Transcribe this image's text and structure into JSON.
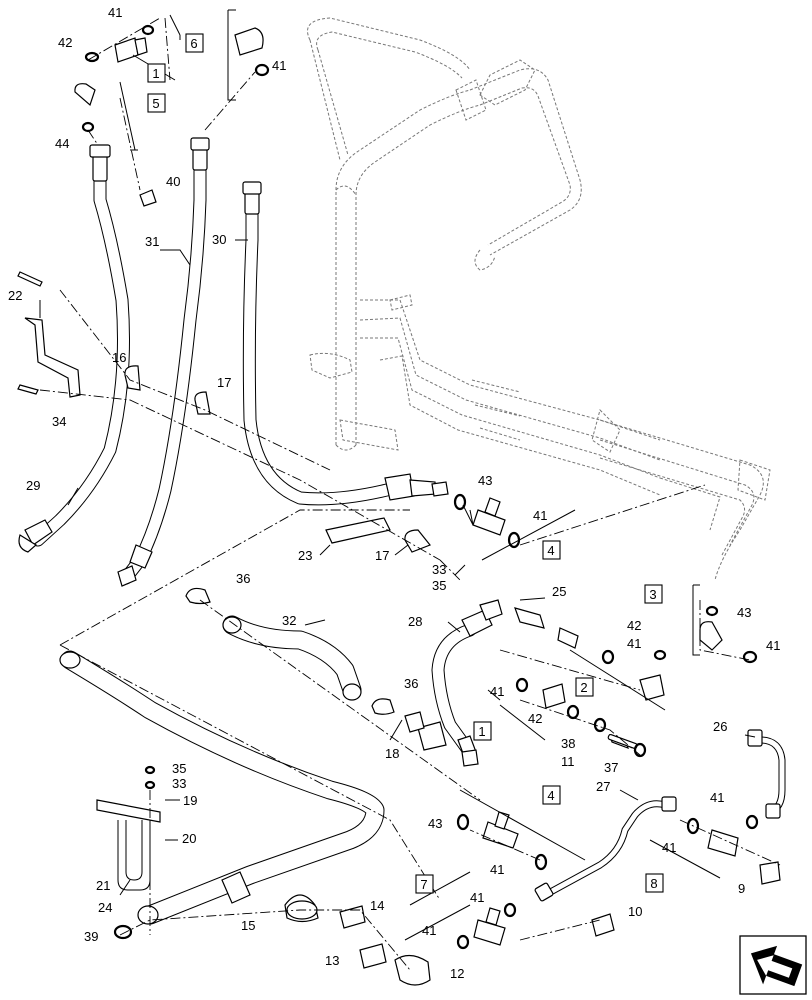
{
  "labels": {
    "n41a": "41",
    "n42a": "42",
    "n6": "6",
    "n1a": "1",
    "n41b": "41",
    "n5": "5",
    "n44": "44",
    "n40": "40",
    "n31": "31",
    "n30": "30",
    "n22": "22",
    "n16": "16",
    "n17a": "17",
    "n34": "34",
    "n29": "29",
    "n43a": "43",
    "n41c": "41",
    "n4a": "4",
    "n23": "23",
    "n17b": "17",
    "n33a": "33",
    "n35a": "35",
    "n36a": "36",
    "n32": "32",
    "n25": "25",
    "n3": "3",
    "n43b": "43",
    "n28": "28",
    "n42b": "42",
    "n41d": "41",
    "n41e": "41",
    "n2": "2",
    "n41f": "41",
    "n42c": "42",
    "n36b": "36",
    "n1b": "1",
    "n38": "38",
    "n11": "11",
    "n37": "37",
    "n18": "18",
    "n26": "26",
    "n35b": "35",
    "n33b": "33",
    "n19": "19",
    "n27": "27",
    "n4b": "4",
    "n41g": "41",
    "n43c": "43",
    "n20": "20",
    "n41h": "41",
    "n41i": "41",
    "n8": "8",
    "n9": "9",
    "n21": "21",
    "n7": "7",
    "n41j": "41",
    "n24": "24",
    "n15": "15",
    "n14": "14",
    "n10": "10",
    "n41k": "41",
    "n39": "39",
    "n13": "13",
    "n12": "12"
  },
  "icons": {
    "corner": "next-page-arrow-icon"
  }
}
